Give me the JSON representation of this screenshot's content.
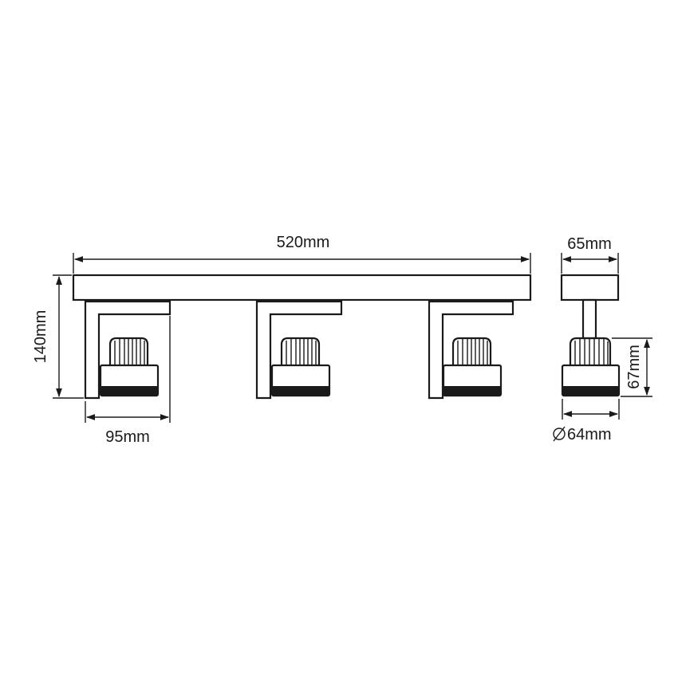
{
  "dimensions": {
    "total_length": "520mm",
    "height": "140mm",
    "bracket_width": "95mm",
    "base_depth": "65mm",
    "head_height": "67mm",
    "head_diameter": "64mm"
  },
  "views": {
    "front": {
      "spotlight_count": 3
    },
    "side": {
      "spotlight_count": 1
    }
  }
}
